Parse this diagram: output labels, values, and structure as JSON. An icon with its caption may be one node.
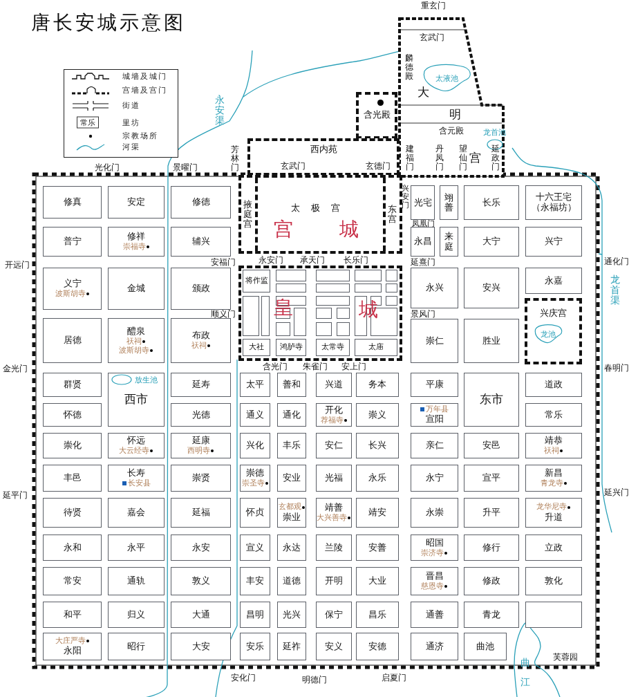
{
  "diagram": {
    "title": "唐长安城示意图",
    "nodes": [
      {
        "text": [
          "大",
          "明",
          "宫"
        ]
      },
      {
        "text": [
          "太液池"
        ],
        "in": 0
      },
      {
        "text": [
          "龙首池"
        ],
        "in": 0
      },
      {
        "text": [
          "含光殿"
        ]
      },
      {
        "text": [
          "西内苑"
        ]
      },
      {
        "text": [
          "太极宫",
          "宫",
          "城"
        ]
      },
      {
        "text": [
          "掖庭宫"
        ],
        "in": 5
      },
      {
        "text": [
          "东宫"
        ],
        "in": 5
      },
      {
        "text": [
          "修真"
        ]
      },
      {
        "text": [
          "安定"
        ]
      },
      {
        "text": [
          "修德"
        ]
      },
      {
        "text": [
          "光宅"
        ]
      },
      {
        "text": [
          "翊善"
        ]
      },
      {
        "text": [
          "长乐"
        ]
      },
      {
        "text": [
          "十六王宅（永福坊）"
        ]
      },
      {
        "text": [
          "普宁"
        ]
      },
      {
        "text": [
          "修祥",
          "崇福寺"
        ]
      },
      {
        "text": [
          "辅兴"
        ]
      },
      {
        "text": [
          "永昌"
        ]
      },
      {
        "text": [
          "来庭"
        ]
      },
      {
        "text": [
          "大宁"
        ]
      },
      {
        "text": [
          "兴宁"
        ]
      },
      {
        "text": [
          "皇",
          "城"
        ]
      },
      {
        "text": [
          "将作监"
        ],
        "in": 22
      },
      {
        "text": [],
        "shape": "box",
        "in": 22
      },
      {
        "text": [],
        "shape": "box",
        "in": 22
      },
      {
        "text": [],
        "shape": "box",
        "in": 22
      },
      {
        "text": [],
        "shape": "box",
        "in": 22
      },
      {
        "text": [],
        "shape": "box",
        "in": 22
      },
      {
        "text": [],
        "shape": "box",
        "in": 22
      },
      {
        "text": [],
        "shape": "box",
        "in": 22
      },
      {
        "text": [],
        "shape": "box",
        "in": 22
      },
      {
        "text": [],
        "shape": "box",
        "in": 22
      },
      {
        "text": [],
        "shape": "box",
        "in": 22
      },
      {
        "text": [],
        "shape": "box",
        "in": 22
      },
      {
        "text": [],
        "shape": "box",
        "in": 22
      },
      {
        "text": [],
        "shape": "box",
        "in": 22
      },
      {
        "text": [],
        "shape": "box",
        "in": 22
      },
      {
        "text": [],
        "shape": "box",
        "in": 22
      },
      {
        "text": [],
        "shape": "box",
        "in": 22
      },
      {
        "text": [],
        "shape": "box",
        "in": 22
      },
      {
        "text": [],
        "shape": "box",
        "in": 22
      },
      {
        "text": [],
        "shape": "box",
        "in": 22
      },
      {
        "text": [],
        "shape": "box",
        "in": 22
      },
      {
        "text": [],
        "shape": "box",
        "in": 22
      },
      {
        "text": [],
        "shape": "box",
        "in": 22
      },
      {
        "text": [],
        "shape": "box",
        "in": 22
      },
      {
        "text": [
          "大社"
        ],
        "in": 22
      },
      {
        "text": [
          "鸿胪寺"
        ],
        "in": 22
      },
      {
        "text": [
          "太常寺"
        ],
        "in": 22
      },
      {
        "text": [
          "太庙"
        ],
        "in": 22
      },
      {
        "text": [
          "义宁",
          "波斯胡寺"
        ]
      },
      {
        "text": [
          "金城"
        ]
      },
      {
        "text": [
          "颁政"
        ]
      },
      {
        "text": [
          "永兴"
        ]
      },
      {
        "text": [
          "安兴"
        ]
      },
      {
        "text": [
          "永嘉"
        ]
      },
      {
        "text": [
          "兴庆宫"
        ]
      },
      {
        "text": [
          "龙池"
        ],
        "in": 57
      },
      {
        "text": [
          "居德"
        ]
      },
      {
        "text": [
          "醴泉",
          "祆祠",
          "波斯胡寺"
        ]
      },
      {
        "text": [
          "布政",
          "祆祠"
        ]
      },
      {
        "text": [
          "崇仁"
        ]
      },
      {
        "text": [
          "胜业"
        ]
      },
      {
        "text": [
          "群贤"
        ]
      },
      {
        "text": [
          "西市"
        ]
      },
      {
        "text": [
          "放生池"
        ],
        "in": 65
      },
      {
        "text": [
          "延寿"
        ]
      },
      {
        "text": [
          "太平"
        ]
      },
      {
        "text": [
          "善和"
        ]
      },
      {
        "text": [
          "兴道"
        ]
      },
      {
        "text": [
          "务本"
        ]
      },
      {
        "text": [
          "平康"
        ]
      },
      {
        "text": [
          "东市"
        ]
      },
      {
        "text": [
          "道政"
        ]
      },
      {
        "text": [
          "怀德"
        ]
      },
      {
        "text": [
          "光德"
        ]
      },
      {
        "text": [
          "通义"
        ]
      },
      {
        "text": [
          "通化"
        ]
      },
      {
        "text": [
          "开化",
          "荐福寺"
        ]
      },
      {
        "text": [
          "崇义"
        ]
      },
      {
        "text": [
          "万年县",
          "宣阳"
        ]
      },
      {
        "text": [
          "常乐"
        ]
      },
      {
        "text": [
          "崇化"
        ]
      },
      {
        "text": [
          "怀远",
          "大云经寺"
        ]
      },
      {
        "text": [
          "延康",
          "西明寺"
        ]
      },
      {
        "text": [
          "兴化"
        ]
      },
      {
        "text": [
          "丰乐"
        ]
      },
      {
        "text": [
          "安仁"
        ]
      },
      {
        "text": [
          "长兴"
        ]
      },
      {
        "text": [
          "亲仁"
        ]
      },
      {
        "text": [
          "安邑"
        ]
      },
      {
        "text": [
          "靖恭",
          "祆祠"
        ]
      },
      {
        "text": [
          "丰邑"
        ]
      },
      {
        "text": [
          "长寿",
          "长安县"
        ]
      },
      {
        "text": [
          "崇贤"
        ]
      },
      {
        "text": [
          "崇德",
          "崇圣寺"
        ]
      },
      {
        "text": [
          "安业"
        ]
      },
      {
        "text": [
          "光福"
        ]
      },
      {
        "text": [
          "永乐"
        ]
      },
      {
        "text": [
          "永宁"
        ]
      },
      {
        "text": [
          "宣平"
        ]
      },
      {
        "text": [
          "新昌",
          "青龙寺"
        ]
      },
      {
        "text": [
          "待贤"
        ]
      },
      {
        "text": [
          "嘉会"
        ]
      },
      {
        "text": [
          "延福"
        ]
      },
      {
        "text": [
          "怀贞"
        ]
      },
      {
        "text": [
          "玄都观",
          "崇业"
        ]
      },
      {
        "text": [
          "靖善",
          "大兴善寺"
        ]
      },
      {
        "text": [
          "靖安"
        ]
      },
      {
        "text": [
          "永崇"
        ]
      },
      {
        "text": [
          "升平"
        ]
      },
      {
        "text": [
          "龙华尼寺",
          "升道"
        ]
      },
      {
        "text": [
          "永和"
        ]
      },
      {
        "text": [
          "永平"
        ]
      },
      {
        "text": [
          "永安"
        ]
      },
      {
        "text": [
          "宣义"
        ]
      },
      {
        "text": [
          "永达"
        ]
      },
      {
        "text": [
          "兰陵"
        ]
      },
      {
        "text": [
          "安善"
        ]
      },
      {
        "text": [
          "昭国",
          "崇济寺"
        ]
      },
      {
        "text": [
          "修行"
        ]
      },
      {
        "text": [
          "立政"
        ]
      },
      {
        "text": [
          "常安"
        ]
      },
      {
        "text": [
          "通轨"
        ]
      },
      {
        "text": [
          "敦义"
        ]
      },
      {
        "text": [
          "丰安"
        ]
      },
      {
        "text": [
          "道德"
        ]
      },
      {
        "text": [
          "开明"
        ]
      },
      {
        "text": [
          "大业"
        ]
      },
      {
        "text": [
          "晋昌",
          "慈恩寺"
        ]
      },
      {
        "text": [
          "修政"
        ]
      },
      {
        "text": [
          "敦化"
        ]
      },
      {
        "text": [
          "和平"
        ]
      },
      {
        "text": [
          "归义"
        ]
      },
      {
        "text": [
          "大通"
        ]
      },
      {
        "text": [
          "昌明"
        ]
      },
      {
        "text": [
          "光兴"
        ]
      },
      {
        "text": [
          "保宁"
        ]
      },
      {
        "text": [
          "昌乐"
        ]
      },
      {
        "text": [
          "通善"
        ]
      },
      {
        "text": [
          "青龙"
        ]
      },
      {
        "text": [],
        "shape": "box"
      },
      {
        "text": [
          "大庄严寺",
          "永阳"
        ]
      },
      {
        "text": [
          "昭行"
        ]
      },
      {
        "text": [
          "大安"
        ]
      },
      {
        "text": [
          "安乐"
        ]
      },
      {
        "text": [
          "延祚"
        ]
      },
      {
        "text": [
          "安义"
        ]
      },
      {
        "text": [
          "安德"
        ]
      },
      {
        "text": [
          "通济"
        ]
      },
      {
        "text": [
          "曲池"
        ]
      }
    ],
    "labels": [
      "重玄门",
      "玄武门",
      "麟德殿",
      "永安渠",
      "常乐",
      "含元殿",
      "光化门",
      "景曜门",
      "芳林门",
      "玄武门",
      "玄德门",
      "建福门",
      "丹凤门",
      "望仙门",
      "延政门",
      "兴安门",
      "凤凰门",
      "开远门",
      "安福门",
      "永安门",
      "承天门",
      "长乐门",
      "延熹门",
      "通化门",
      "龙首渠",
      "顺义门",
      "景风门",
      "金光门",
      "含光门",
      "朱雀门",
      "安上门",
      "春明门",
      "延平门",
      "延兴门",
      "芙蓉园",
      "曲江",
      "安化门",
      "明德门",
      "启夏门"
    ],
    "legend": [
      {
        "text": "城墙及城门"
      },
      {
        "text": "宫墙及宫门"
      },
      {
        "text": "街道"
      },
      {
        "text": "里坊"
      },
      {
        "text": "宗教场所"
      },
      {
        "text": "河渠"
      }
    ]
  }
}
